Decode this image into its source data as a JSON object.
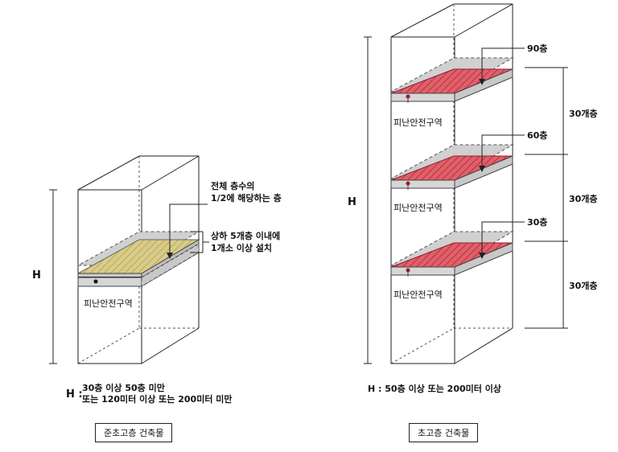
{
  "left": {
    "h_label": "H",
    "floor_label_1": "전체 층수의",
    "floor_label_2": "1/2에 해당하는 층",
    "range_label_1": "상하 5개층 이내에",
    "range_label_2": "1개소 이상 설치",
    "zone_label": "피난안전구역",
    "note_prefix": "H :",
    "note_line_1": "30층 이상 50층 미만",
    "note_line_2": "또는 120미터 이상 또는 200미터 미만",
    "caption": "준초고층 건축물",
    "slab_color": "#d8cc8a"
  },
  "right": {
    "h_label": "H",
    "floors": [
      {
        "level": "90층",
        "zone_label": "피난안전구역"
      },
      {
        "level": "60층",
        "zone_label": "피난안전구역"
      },
      {
        "level": "30층",
        "zone_label": "피난안전구역"
      }
    ],
    "interval_labels": [
      "30개층",
      "30개층",
      "30개층"
    ],
    "note": "H : 50층 이상 또는 200미터 이상",
    "caption": "초고층 건축물",
    "slab_color": "#e0606a"
  }
}
